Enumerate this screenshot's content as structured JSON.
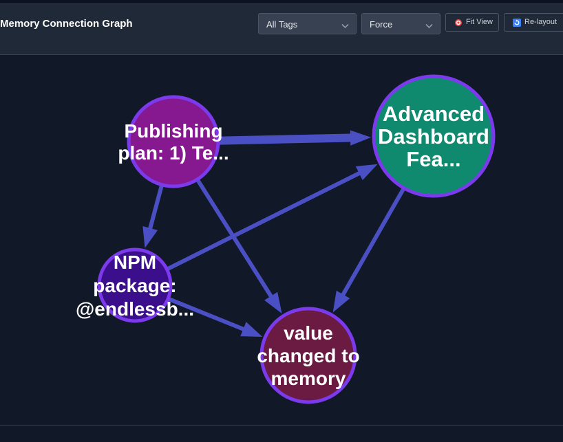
{
  "header": {
    "title": "Memory Connection Graph",
    "tag_filter": {
      "selected": "All Tags"
    },
    "layout_select": {
      "selected": "Force"
    },
    "fit_view_label": "Fit View",
    "relayout_label": "Re-layout"
  },
  "graph": {
    "nodes": [
      {
        "id": "publishing",
        "lines": [
          "Publishing",
          "plan: 1) Te..."
        ],
        "color": "#86198f"
      },
      {
        "id": "dashboard",
        "lines": [
          "Advanced",
          "Dashboard",
          "Fea..."
        ],
        "color": "#0f8a6e"
      },
      {
        "id": "npm",
        "lines": [
          "NPM",
          "package:",
          "@endlessb..."
        ],
        "color": "#3b0f8c"
      },
      {
        "id": "value",
        "lines": [
          "value",
          "changed to",
          "memory"
        ],
        "color": "#6b1a42"
      }
    ],
    "edges": [
      {
        "from": "publishing",
        "to": "dashboard"
      },
      {
        "from": "publishing",
        "to": "npm"
      },
      {
        "from": "publishing",
        "to": "value"
      },
      {
        "from": "npm",
        "to": "dashboard"
      },
      {
        "from": "npm",
        "to": "value"
      },
      {
        "from": "dashboard",
        "to": "value"
      }
    ],
    "node_border_color": "#7c3aed",
    "edge_color": "#4a4fc4"
  }
}
